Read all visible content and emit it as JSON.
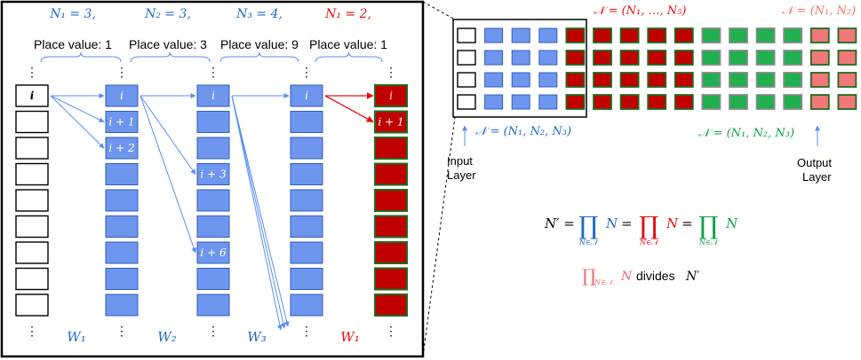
{
  "colors": {
    "blue_fill": "#6f96ee",
    "blue_stroke": "#2f5fb5",
    "blue_text": "#1f6ac8",
    "red_fill": "#c00000",
    "red_stroke": "#1e6b1e",
    "red_text": "#e01010",
    "green_fill": "#20b050",
    "green_text": "#12a04a",
    "gray_stroke": "#888888",
    "salmon_fill": "#f07878",
    "salmon_text": "#f07070",
    "arrow_blue": "#5b8ef0",
    "arrow_red": "#e01010"
  },
  "left_panel": {
    "groups": [
      {
        "n_label": "N₁ = 3,",
        "place_value": "Place value: 1",
        "w_label": "W₁",
        "color": "blue"
      },
      {
        "n_label": "N₂ = 3,",
        "place_value": "Place value: 3",
        "w_label": "W₂",
        "color": "blue"
      },
      {
        "n_label": "N₃ = 4,",
        "place_value": "Place value: 9",
        "w_label": "W₃",
        "color": "blue"
      },
      {
        "n_label": "N₁ = 2,",
        "place_value": "Place value: 1",
        "w_label": "W₁",
        "color": "red"
      }
    ],
    "ellipsis": "⋮",
    "col1_labels": [
      "i"
    ],
    "col2_labels": [
      "i",
      "i + 1",
      "i + 2"
    ],
    "col3_labels": [
      "i",
      "i + 3",
      "i + 6"
    ],
    "col4_labels": [
      "i"
    ],
    "col5_labels": [
      "i",
      "i + 1"
    ]
  },
  "right_panel": {
    "top_red_label": "𝒩 = (N₁, …, N₅)",
    "top_salmon_label": "𝒩 = (N₁, N₂)",
    "input_n_label": "𝒩 = (N₁, N₂, N₃)",
    "green_n_label": "𝒩 = (N₁, N₂, N₃)",
    "input_layer_label": [
      "Input",
      "Layer"
    ],
    "output_layer_label": [
      "Output",
      "Layer"
    ],
    "grid": {
      "rows": 4,
      "columns": [
        "white",
        "blue",
        "blue",
        "blue",
        "red",
        "red",
        "red",
        "red",
        "red",
        "green",
        "green",
        "green",
        "green",
        "salmon",
        "salmon"
      ]
    },
    "formula": {
      "lhs": "N′ =",
      "prod": "∏",
      "var": "N",
      "sub": "N∈𝒩",
      "eq": "="
    },
    "divides": {
      "prod": "∏",
      "sub": "N∈𝒩",
      "var": "N",
      "text": "divides",
      "rhs": "N′"
    }
  }
}
